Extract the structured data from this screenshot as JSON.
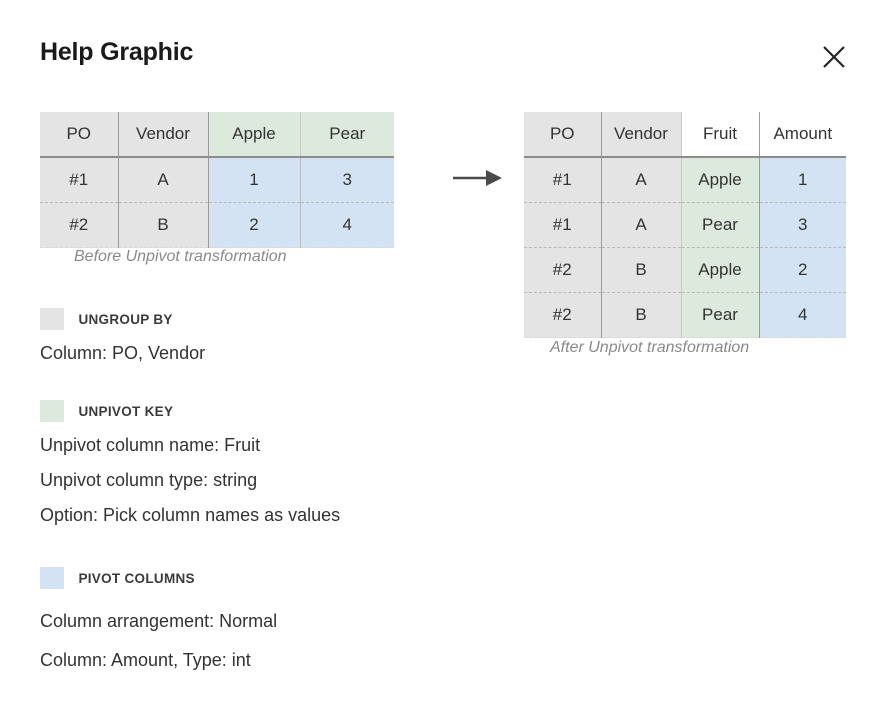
{
  "header": {
    "title": "Help Graphic",
    "close_icon": "close-icon"
  },
  "arrow": {
    "icon": "arrow-right-icon"
  },
  "before_table": {
    "caption": "Before Unpivot transformation",
    "columns": [
      "PO",
      "Vendor",
      "Apple",
      "Pear"
    ],
    "rows": [
      [
        "#1",
        "A",
        "1",
        "3"
      ],
      [
        "#2",
        "B",
        "2",
        "4"
      ]
    ]
  },
  "after_table": {
    "caption": "After Unpivot transformation",
    "columns": [
      "PO",
      "Vendor",
      "Fruit",
      "Amount"
    ],
    "rows": [
      [
        "#1",
        "A",
        "Apple",
        "1"
      ],
      [
        "#1",
        "A",
        "Pear",
        "3"
      ],
      [
        "#2",
        "B",
        "Apple",
        "2"
      ],
      [
        "#2",
        "B",
        "Pear",
        "4"
      ]
    ]
  },
  "legend": [
    {
      "key": "ungroup-by",
      "title": "UNGROUP BY",
      "color": "#e4e4e4",
      "details": [
        "Column: PO, Vendor"
      ]
    },
    {
      "key": "unpivot-key",
      "title": "UNPIVOT KEY",
      "color": "#dde9dd",
      "details": [
        "Unpivot column name: Fruit",
        "Unpivot column type: string",
        "Option: Pick column names as values"
      ]
    },
    {
      "key": "pivot-columns",
      "title": "PIVOT COLUMNS",
      "color": "#d3e3f3",
      "details": [
        "Column arrangement: Normal",
        "Column: Amount, Type: int"
      ]
    }
  ]
}
